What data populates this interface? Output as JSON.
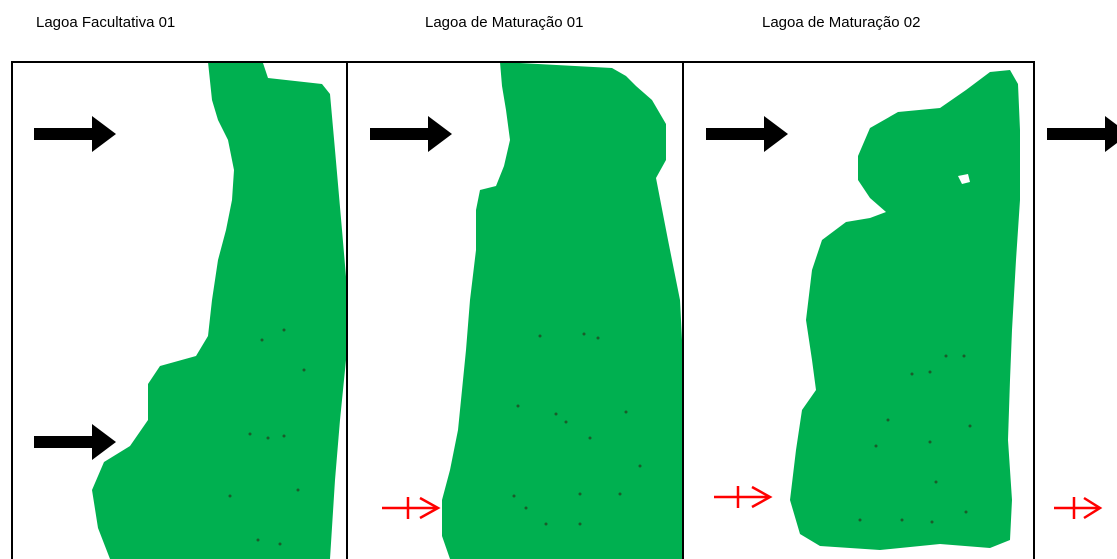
{
  "panels": [
    {
      "title": "Lagoa Facultativa 01"
    },
    {
      "title": "Lagoa de Maturação 01"
    },
    {
      "title": "Lagoa de Maturação 02"
    }
  ],
  "colors": {
    "lagoon_fill": "#00b050",
    "arrow_black": "#000000",
    "arrow_red": "#ff0000",
    "frame": "#000000",
    "dots": "#1a5c2a"
  },
  "icons": {
    "inflow_arrow": "arrow-right-icon",
    "outflow_arrow": "crossed-arrow-right-icon"
  }
}
